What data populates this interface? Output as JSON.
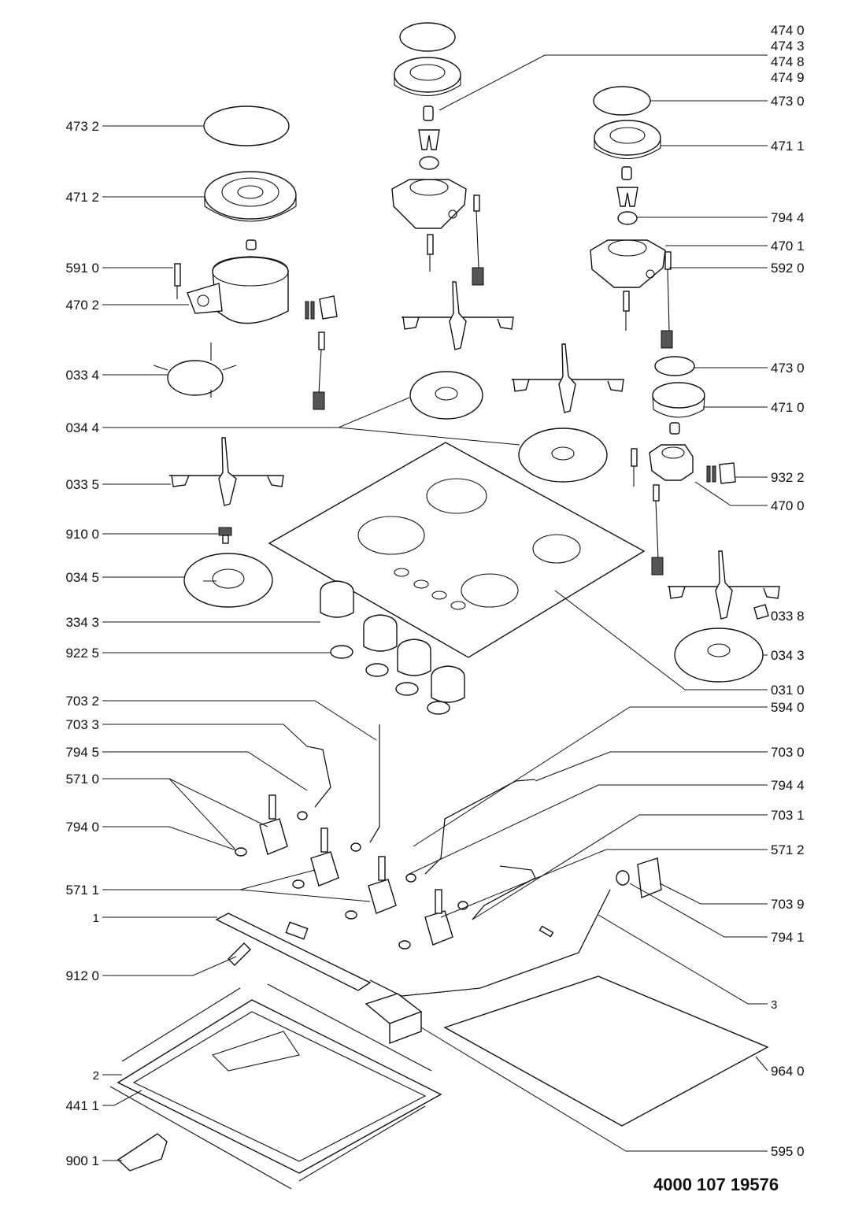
{
  "document_number": "4000 107 19576",
  "labels_left": [
    {
      "id": "l1",
      "text": "473 2"
    },
    {
      "id": "l2",
      "text": "471 2"
    },
    {
      "id": "l3",
      "text": "591 0"
    },
    {
      "id": "l4",
      "text": "470 2"
    },
    {
      "id": "l5",
      "text": "033 4"
    },
    {
      "id": "l6",
      "text": "034 4"
    },
    {
      "id": "l7",
      "text": "033 5"
    },
    {
      "id": "l8",
      "text": "910 0"
    },
    {
      "id": "l9",
      "text": "034 5"
    },
    {
      "id": "l10",
      "text": "334 3"
    },
    {
      "id": "l11",
      "text": "922 5"
    },
    {
      "id": "l12",
      "text": "703 2"
    },
    {
      "id": "l13",
      "text": "703 3"
    },
    {
      "id": "l14",
      "text": "794 5"
    },
    {
      "id": "l15",
      "text": "571 0"
    },
    {
      "id": "l16",
      "text": "794 0"
    },
    {
      "id": "l17",
      "text": "571 1"
    },
    {
      "id": "l18",
      "text": "1"
    },
    {
      "id": "l19",
      "text": "912 0"
    },
    {
      "id": "l20",
      "text": "2"
    },
    {
      "id": "l21",
      "text": "441 1"
    },
    {
      "id": "l22",
      "text": "900 1"
    }
  ],
  "labels_right": [
    {
      "id": "r1",
      "text": "474 0"
    },
    {
      "id": "r2",
      "text": "474 3"
    },
    {
      "id": "r3",
      "text": "474 8"
    },
    {
      "id": "r4",
      "text": "474 9"
    },
    {
      "id": "r5",
      "text": "473 0"
    },
    {
      "id": "r6",
      "text": "471 1"
    },
    {
      "id": "r7",
      "text": "794 4"
    },
    {
      "id": "r8",
      "text": "470 1"
    },
    {
      "id": "r9",
      "text": "592 0"
    },
    {
      "id": "r10",
      "text": "473 0"
    },
    {
      "id": "r11",
      "text": "471 0"
    },
    {
      "id": "r12",
      "text": "932 2"
    },
    {
      "id": "r13",
      "text": "470 0"
    },
    {
      "id": "r14",
      "text": "033 8"
    },
    {
      "id": "r15",
      "text": "034 3"
    },
    {
      "id": "r16",
      "text": "031 0"
    },
    {
      "id": "r17",
      "text": "594 0"
    },
    {
      "id": "r18",
      "text": "703 0"
    },
    {
      "id": "r19",
      "text": "794 4"
    },
    {
      "id": "r20",
      "text": "703 1"
    },
    {
      "id": "r21",
      "text": "571 2"
    },
    {
      "id": "r22",
      "text": "703 9"
    },
    {
      "id": "r23",
      "text": "794 1"
    },
    {
      "id": "r24",
      "text": "3"
    },
    {
      "id": "r25",
      "text": "964 0"
    },
    {
      "id": "r26",
      "text": "595 0"
    }
  ]
}
